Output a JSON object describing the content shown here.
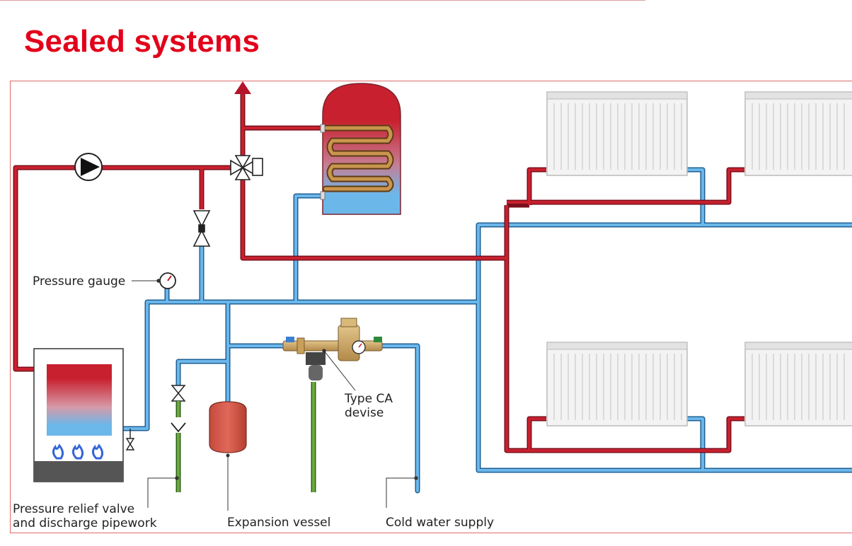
{
  "title": "Sealed systems",
  "labels": {
    "pressure_gauge": "Pressure gauge",
    "relief_valve_line1": "Pressure relief valve",
    "relief_valve_line2": "and discharge pipework",
    "expansion_vessel": "Expansion vessel",
    "cold_water_supply": "Cold water supply",
    "type_ca_line1": "Type CA",
    "type_ca_line2": "devise"
  },
  "colors": {
    "title": "#e2001a",
    "flow_pipe": "#b3152a",
    "return_pipe": "#5aa9e0",
    "discharge_pipe": "#6aab3c",
    "expansion_vessel": "#d9584a",
    "boiler_base": "#555555",
    "radiator": "#f0f0f0"
  }
}
